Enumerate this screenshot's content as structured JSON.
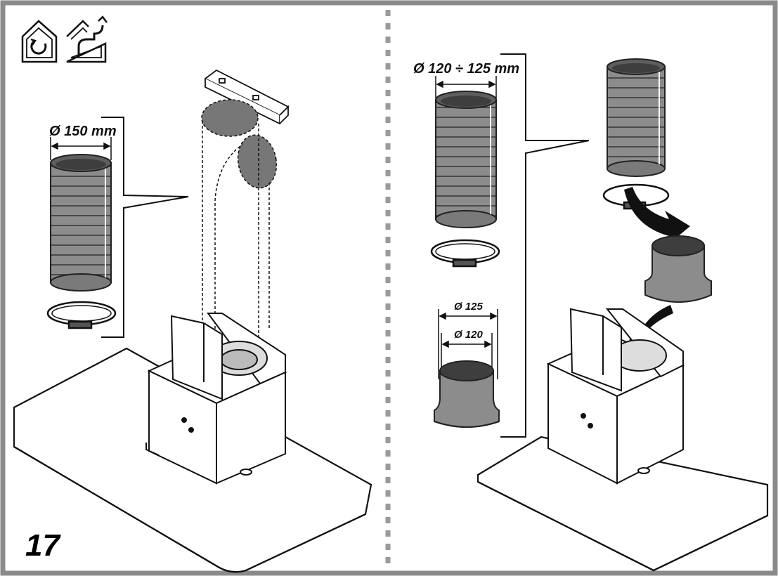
{
  "step_number": "17",
  "colors": {
    "frame": "#8a8a8a",
    "duct": "#8c8c8c",
    "duct_dark": "#5e5e5e",
    "divider": "#9a9a9a",
    "line": "#111111"
  },
  "icons": [
    "recirculation-mode-icon",
    "extraction-mode-icon"
  ],
  "left_panel": {
    "duct_label": "Ø 150 mm"
  },
  "right_panel": {
    "duct_label": "Ø 120 ÷ 125 mm",
    "adapter_outer_label": "Ø 125",
    "adapter_inner_label": "Ø 120"
  }
}
